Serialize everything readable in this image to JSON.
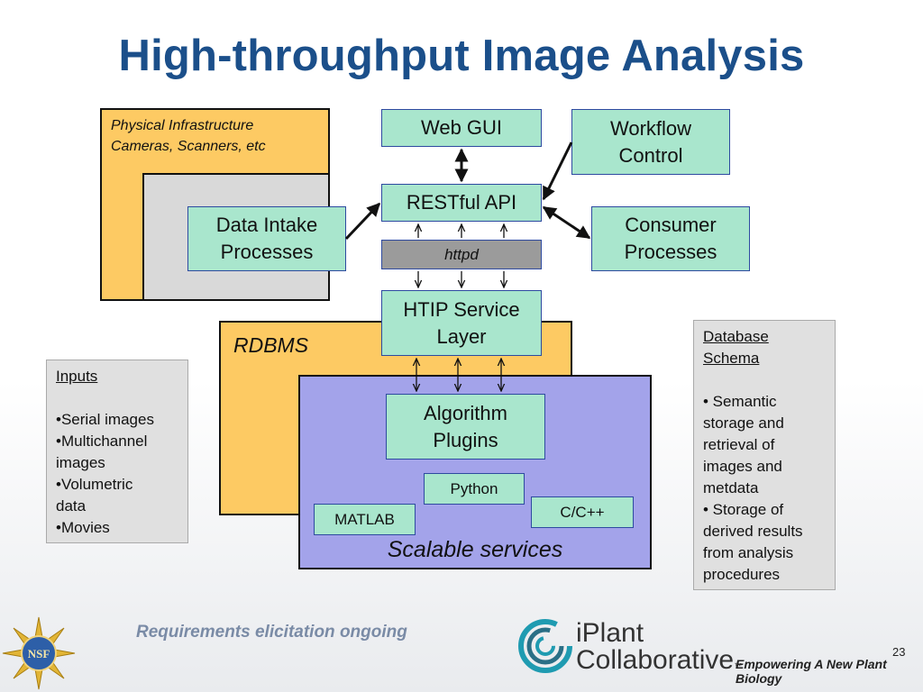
{
  "title": "High-throughput Image Analysis",
  "physical": {
    "line1": "Physical Infrastructure",
    "line2": "Cameras, Scanners, etc"
  },
  "boxes": {
    "web_gui": "Web GUI",
    "workflow": {
      "line1": "Workflow",
      "line2": "Control"
    },
    "restful": "RESTful API",
    "httpd": "httpd",
    "data_intake": {
      "line1": "Data Intake",
      "line2": "Processes"
    },
    "consumer": {
      "line1": "Consumer",
      "line2": "Processes"
    },
    "htip": {
      "line1": "HTIP Service",
      "line2": "Layer"
    },
    "algorithm": {
      "line1": "Algorithm",
      "line2": "Plugins"
    },
    "python": "Python",
    "cpp": "C/C++",
    "matlab": "MATLAB"
  },
  "rdbms_label": "RDBMS",
  "scalable_label": "Scalable services",
  "inputs": {
    "heading": "Inputs",
    "items": [
      "•Serial images",
      "•Multichannel",
      "images",
      "•Volumetric",
      "data",
      "•Movies"
    ]
  },
  "schema": {
    "heading1": "Database",
    "heading2": "Schema",
    "lines": [
      "• Semantic",
      "storage and",
      "retrieval of",
      "images and",
      "metdata",
      "• Storage of",
      "derived results",
      "from analysis",
      "procedures"
    ]
  },
  "footer": {
    "note": "Requirements elicitation ongoing",
    "logo_line1": "iPlant",
    "logo_line2": "Collaborative",
    "trademark": "™",
    "tagline": "Empowering A New Plant Biology",
    "page_number": "23",
    "nsf_text": "NSF"
  },
  "colors": {
    "title": "#1b4f8a",
    "orange_panel": "#fdca63",
    "blue_panel": "#a3a3ea",
    "green_box": "#a9e6cd",
    "teal_logo": "#1f9bb1"
  }
}
